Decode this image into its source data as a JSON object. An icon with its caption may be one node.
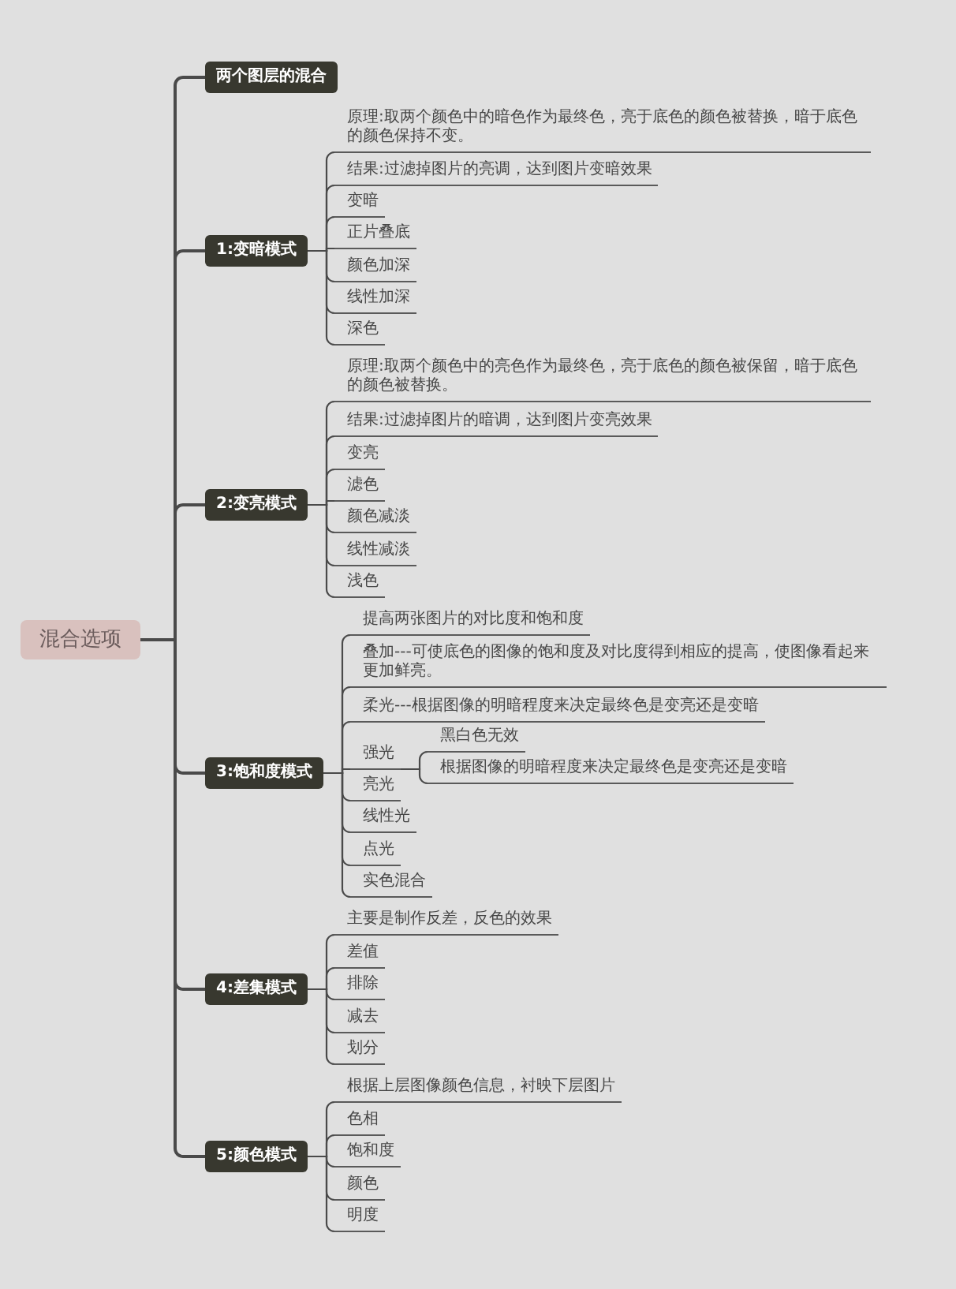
{
  "diagram": {
    "nodes": [
      {
        "text": [
          "混合选项"
        ]
      },
      {
        "text": [
          "两个图层的混合"
        ]
      },
      {
        "text": [
          "1:变暗模式"
        ]
      },
      {
        "text": [
          "原理:取两个颜色中的暗色作为最终色，亮于底色的颜色被替换，暗于底色的颜色保持不变。"
        ]
      },
      {
        "text": [
          "结果:过滤掉图片的亮调，达到图片变暗效果"
        ]
      },
      {
        "text": [
          "变暗"
        ]
      },
      {
        "text": [
          "正片叠底"
        ]
      },
      {
        "text": [
          "颜色加深"
        ]
      },
      {
        "text": [
          "线性加深"
        ]
      },
      {
        "text": [
          "深色"
        ]
      },
      {
        "text": [
          "2:变亮模式"
        ]
      },
      {
        "text": [
          "原理:取两个颜色中的亮色作为最终色，亮于底色的颜色被保留，暗于底色的颜色被替换。"
        ]
      },
      {
        "text": [
          "结果:过滤掉图片的暗调，达到图片变亮效果"
        ]
      },
      {
        "text": [
          "变亮"
        ]
      },
      {
        "text": [
          "滤色"
        ]
      },
      {
        "text": [
          "颜色减淡"
        ]
      },
      {
        "text": [
          "线性减淡"
        ]
      },
      {
        "text": [
          "浅色"
        ]
      },
      {
        "text": [
          "3:饱和度模式"
        ]
      },
      {
        "text": [
          "提高两张图片的对比度和饱和度"
        ]
      },
      {
        "text": [
          "叠加---可使底色的图像的饱和度及对比度得到相应的提高，使图像看起来更加鲜亮。"
        ]
      },
      {
        "text": [
          "柔光---根据图像的明暗程度来决定最终色是变亮还是变暗"
        ]
      },
      {
        "text": [
          "强光"
        ]
      },
      {
        "text": [
          "黑白色无效"
        ]
      },
      {
        "text": [
          "根据图像的明暗程度来决定最终色是变亮还是变暗"
        ]
      },
      {
        "text": [
          "亮光"
        ]
      },
      {
        "text": [
          "线性光"
        ]
      },
      {
        "text": [
          "点光"
        ]
      },
      {
        "text": [
          "实色混合"
        ]
      },
      {
        "text": [
          "4:差集模式"
        ]
      },
      {
        "text": [
          "主要是制作反差，反色的效果"
        ]
      },
      {
        "text": [
          "差值"
        ]
      },
      {
        "text": [
          "排除"
        ]
      },
      {
        "text": [
          "减去"
        ]
      },
      {
        "text": [
          "划分"
        ]
      },
      {
        "text": [
          "5:颜色模式"
        ]
      },
      {
        "text": [
          "根据上层图像颜色信息，衬映下层图片"
        ]
      },
      {
        "text": [
          "色相"
        ]
      },
      {
        "text": [
          "饱和度"
        ]
      },
      {
        "text": [
          "颜色"
        ]
      },
      {
        "text": [
          "明度"
        ]
      }
    ],
    "edges": [
      {
        "from": 0,
        "to": 1,
        "arrow": "none"
      },
      {
        "from": 0,
        "to": 2,
        "arrow": "none"
      },
      {
        "from": 0,
        "to": 10,
        "arrow": "none"
      },
      {
        "from": 0,
        "to": 18,
        "arrow": "none"
      },
      {
        "from": 0,
        "to": 29,
        "arrow": "none"
      },
      {
        "from": 0,
        "to": 35,
        "arrow": "none"
      },
      {
        "from": 2,
        "to": 3,
        "arrow": "none"
      },
      {
        "from": 2,
        "to": 4,
        "arrow": "none"
      },
      {
        "from": 2,
        "to": 5,
        "arrow": "none"
      },
      {
        "from": 2,
        "to": 6,
        "arrow": "none"
      },
      {
        "from": 2,
        "to": 7,
        "arrow": "none"
      },
      {
        "from": 2,
        "to": 8,
        "arrow": "none"
      },
      {
        "from": 2,
        "to": 9,
        "arrow": "none"
      },
      {
        "from": 10,
        "to": 11,
        "arrow": "none"
      },
      {
        "from": 10,
        "to": 12,
        "arrow": "none"
      },
      {
        "from": 10,
        "to": 13,
        "arrow": "none"
      },
      {
        "from": 10,
        "to": 14,
        "arrow": "none"
      },
      {
        "from": 10,
        "to": 15,
        "arrow": "none"
      },
      {
        "from": 10,
        "to": 16,
        "arrow": "none"
      },
      {
        "from": 10,
        "to": 17,
        "arrow": "none"
      },
      {
        "from": 18,
        "to": 19,
        "arrow": "none"
      },
      {
        "from": 18,
        "to": 20,
        "arrow": "none"
      },
      {
        "from": 18,
        "to": 21,
        "arrow": "none"
      },
      {
        "from": 18,
        "to": 22,
        "arrow": "none"
      },
      {
        "from": 22,
        "to": 23,
        "arrow": "none"
      },
      {
        "from": 22,
        "to": 24,
        "arrow": "none"
      },
      {
        "from": 18,
        "to": 25,
        "arrow": "none"
      },
      {
        "from": 18,
        "to": 26,
        "arrow": "none"
      },
      {
        "from": 18,
        "to": 27,
        "arrow": "none"
      },
      {
        "from": 18,
        "to": 28,
        "arrow": "none"
      },
      {
        "from": 29,
        "to": 30,
        "arrow": "none"
      },
      {
        "from": 29,
        "to": 31,
        "arrow": "none"
      },
      {
        "from": 29,
        "to": 32,
        "arrow": "none"
      },
      {
        "from": 29,
        "to": 33,
        "arrow": "none"
      },
      {
        "from": 29,
        "to": 34,
        "arrow": "none"
      },
      {
        "from": 35,
        "to": 36,
        "arrow": "none"
      },
      {
        "from": 35,
        "to": 37,
        "arrow": "none"
      },
      {
        "from": 35,
        "to": 38,
        "arrow": "none"
      },
      {
        "from": 35,
        "to": 39,
        "arrow": "none"
      },
      {
        "from": 35,
        "to": 40,
        "arrow": "none"
      }
    ]
  }
}
